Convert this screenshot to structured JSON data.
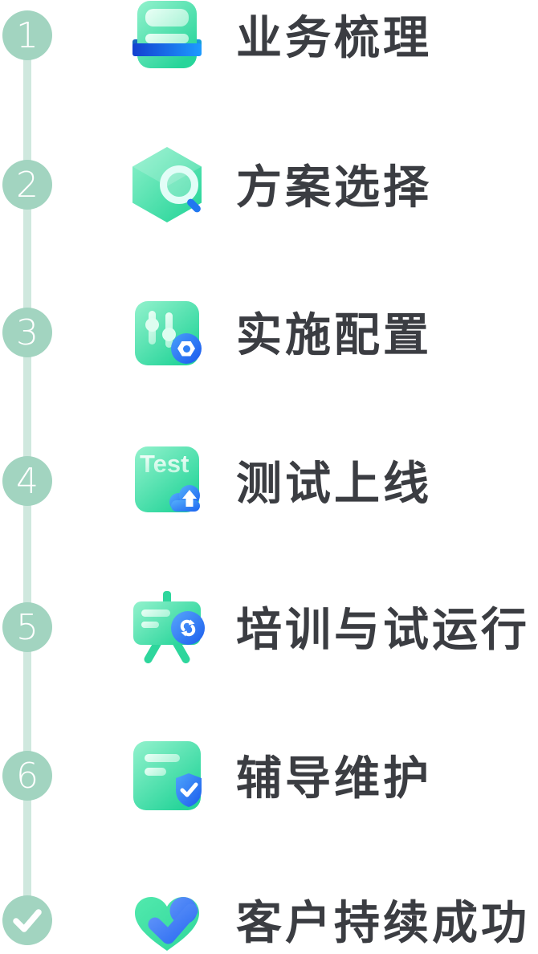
{
  "timeline": {
    "steps": [
      {
        "number": "1",
        "label": "业务梳理",
        "icon": "layers-icon"
      },
      {
        "number": "2",
        "label": "方案选择",
        "icon": "cube-magnifier-icon"
      },
      {
        "number": "3",
        "label": "实施配置",
        "icon": "sliders-gear-icon"
      },
      {
        "number": "4",
        "label": "测试上线",
        "icon": "test-document-upload-icon",
        "icon_text": "Test"
      },
      {
        "number": "5",
        "label": "培训与试运行",
        "icon": "presentation-sync-icon"
      },
      {
        "number": "6",
        "label": "辅导维护",
        "icon": "document-shield-check-icon"
      },
      {
        "number": "",
        "label": "客户持续成功",
        "icon": "heart-check-icon",
        "badge": "check",
        "completed": true
      }
    ],
    "colors": {
      "badge": "#a2d4c0",
      "connector": "#cfe8de",
      "label_text": "#3b3d42",
      "icon_green_start": "#93f2cd",
      "icon_green_end": "#27d59a",
      "icon_blue": "#1e6bf2",
      "icon_light_bar": "#c9f9e7",
      "badge_number": "#ffffff"
    }
  }
}
